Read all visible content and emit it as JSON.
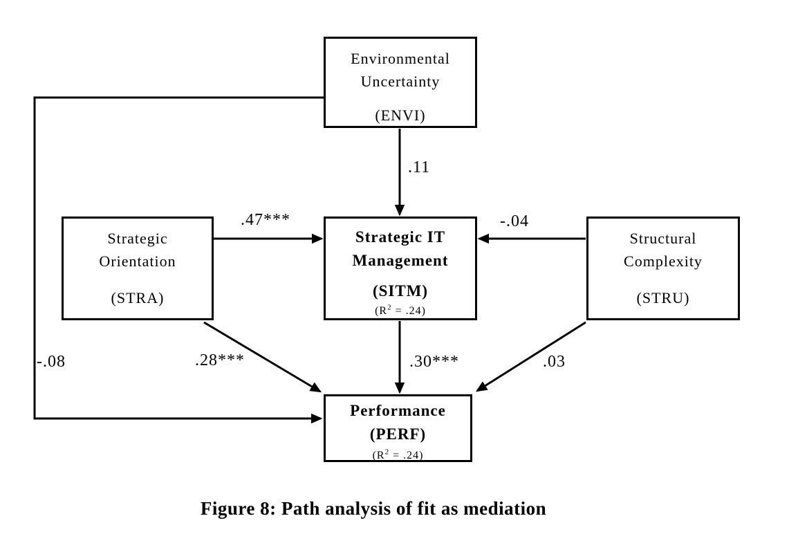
{
  "colors": {
    "background": "#ffffff",
    "ink": "#000000"
  },
  "nodes": {
    "envi": {
      "line1": "Environmental",
      "line2": "Uncertainty",
      "code": "(ENVI)"
    },
    "stra": {
      "line1": "Strategic",
      "line2": "Orientation",
      "code": "(STRA)"
    },
    "sitm": {
      "line1": "Strategic IT",
      "line2": "Management",
      "code": "(SITM)",
      "r2_open": "(R",
      "r2_sup": "2",
      "r2_close": " = .24)"
    },
    "stru": {
      "line1": "Structural",
      "line2": "Complexity",
      "code": "(STRU)"
    },
    "perf": {
      "line1": "Performance",
      "code": "(PERF)",
      "r2_open": "(R",
      "r2_sup": "2",
      "r2_close": " = .24)"
    }
  },
  "coefficients": {
    "envi_to_sitm": ".11",
    "stra_to_sitm": ".47***",
    "stru_to_sitm": "-.04",
    "sitm_to_perf": ".30***",
    "stra_to_perf": ".28***",
    "stru_to_perf": ".03",
    "envi_to_perf": "-.08"
  },
  "caption": "Figure 8: Path analysis of fit as mediation"
}
